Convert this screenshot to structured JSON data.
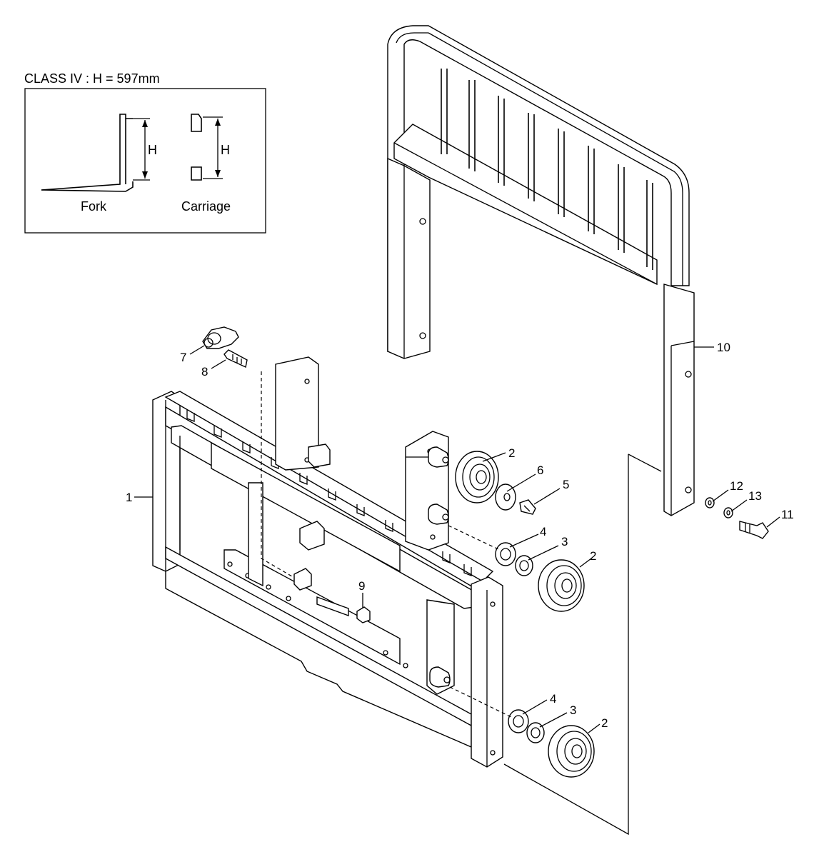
{
  "inset": {
    "title": "CLASS IV : H = 597mm",
    "fork_label": "Fork",
    "carriage_label": "Carriage",
    "dim_label_fork": "H",
    "dim_label_carriage": "H"
  },
  "callouts": {
    "p1": "1",
    "p2a": "2",
    "p2b": "2",
    "p2c": "2",
    "p3a": "3",
    "p3b": "3",
    "p4a": "4",
    "p4b": "4",
    "p5": "5",
    "p6": "6",
    "p7": "7",
    "p8": "8",
    "p9": "9",
    "p10": "10",
    "p11": "11",
    "p12": "12",
    "p13": "13"
  }
}
